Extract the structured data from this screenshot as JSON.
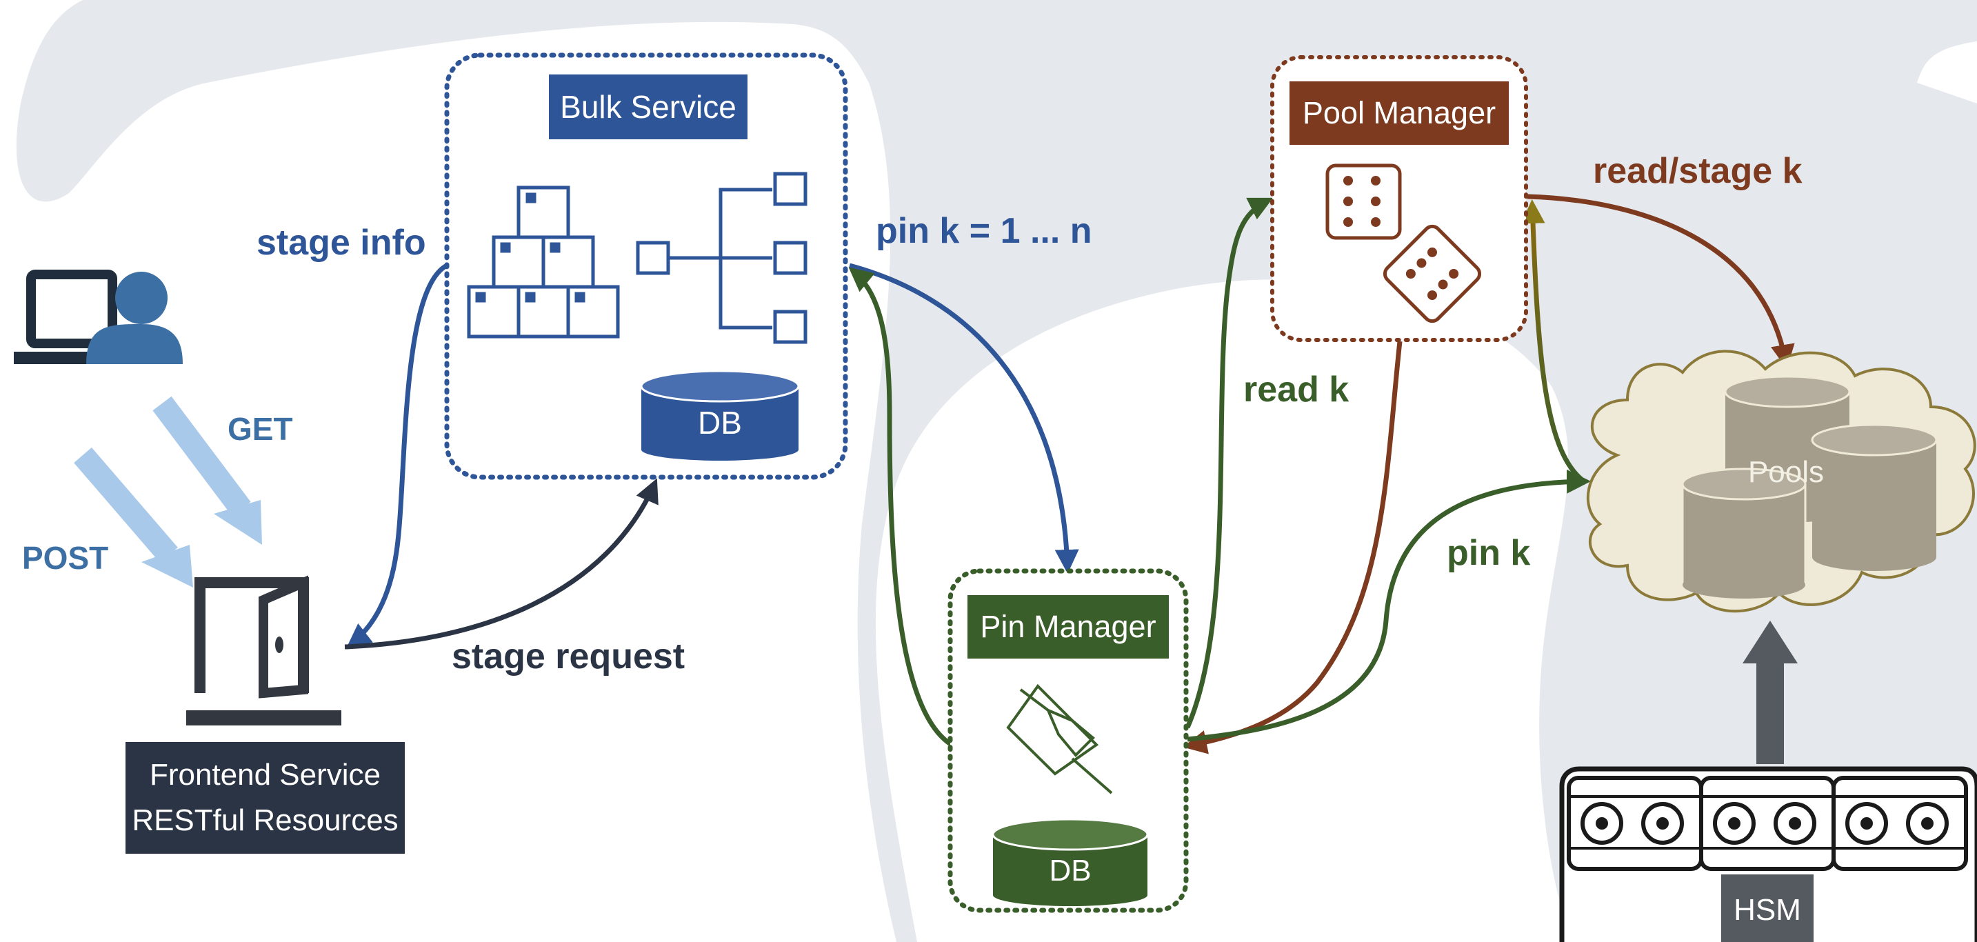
{
  "colors": {
    "blue": "#2e5597",
    "green": "#3a5e2a",
    "brown": "#7d3a1e",
    "dark": "#2b3444",
    "light_blue": "#a9c9ea",
    "user_blue": "#3c6fa3",
    "pools_fill": "#efead8",
    "pools_stroke": "#8b7a3a",
    "cylinder": "#a59d8c",
    "hsm_gray": "#555a60",
    "background_shape": "#e5e8ec"
  },
  "nodes": {
    "bulk_service": {
      "title": "Bulk Service",
      "db": "DB"
    },
    "pin_manager": {
      "title": "Pin Manager",
      "db": "DB"
    },
    "pool_manager": {
      "title": "Pool Manager"
    },
    "pools": {
      "label": "Pools"
    },
    "hsm": {
      "label": "HSM"
    },
    "frontend": {
      "line1": "Frontend Service",
      "line2": "RESTful Resources"
    }
  },
  "edges": {
    "stage_info": "stage info",
    "stage_request": "stage request",
    "pin_k_n": "pin k = 1 ... n",
    "read_k": "read k",
    "pin_k": "pin k",
    "read_stage_k": "read/stage k",
    "get": "GET",
    "post": "POST"
  },
  "icons": [
    "user-laptop-icon",
    "door-icon",
    "boxes-icon",
    "tree-icon",
    "dice-icon",
    "pushpin-icon",
    "tape-library-icon"
  ]
}
